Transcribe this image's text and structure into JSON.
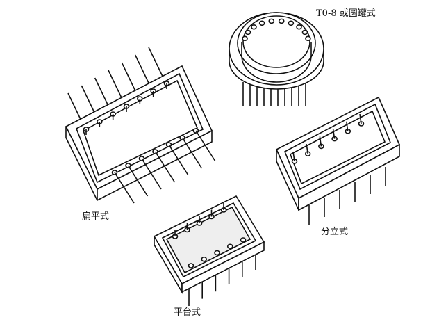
{
  "labels": {
    "to8": "T0-8 或圆罐式",
    "flat": "扁平式",
    "discrete": "分立式",
    "platform": "平台式"
  }
}
